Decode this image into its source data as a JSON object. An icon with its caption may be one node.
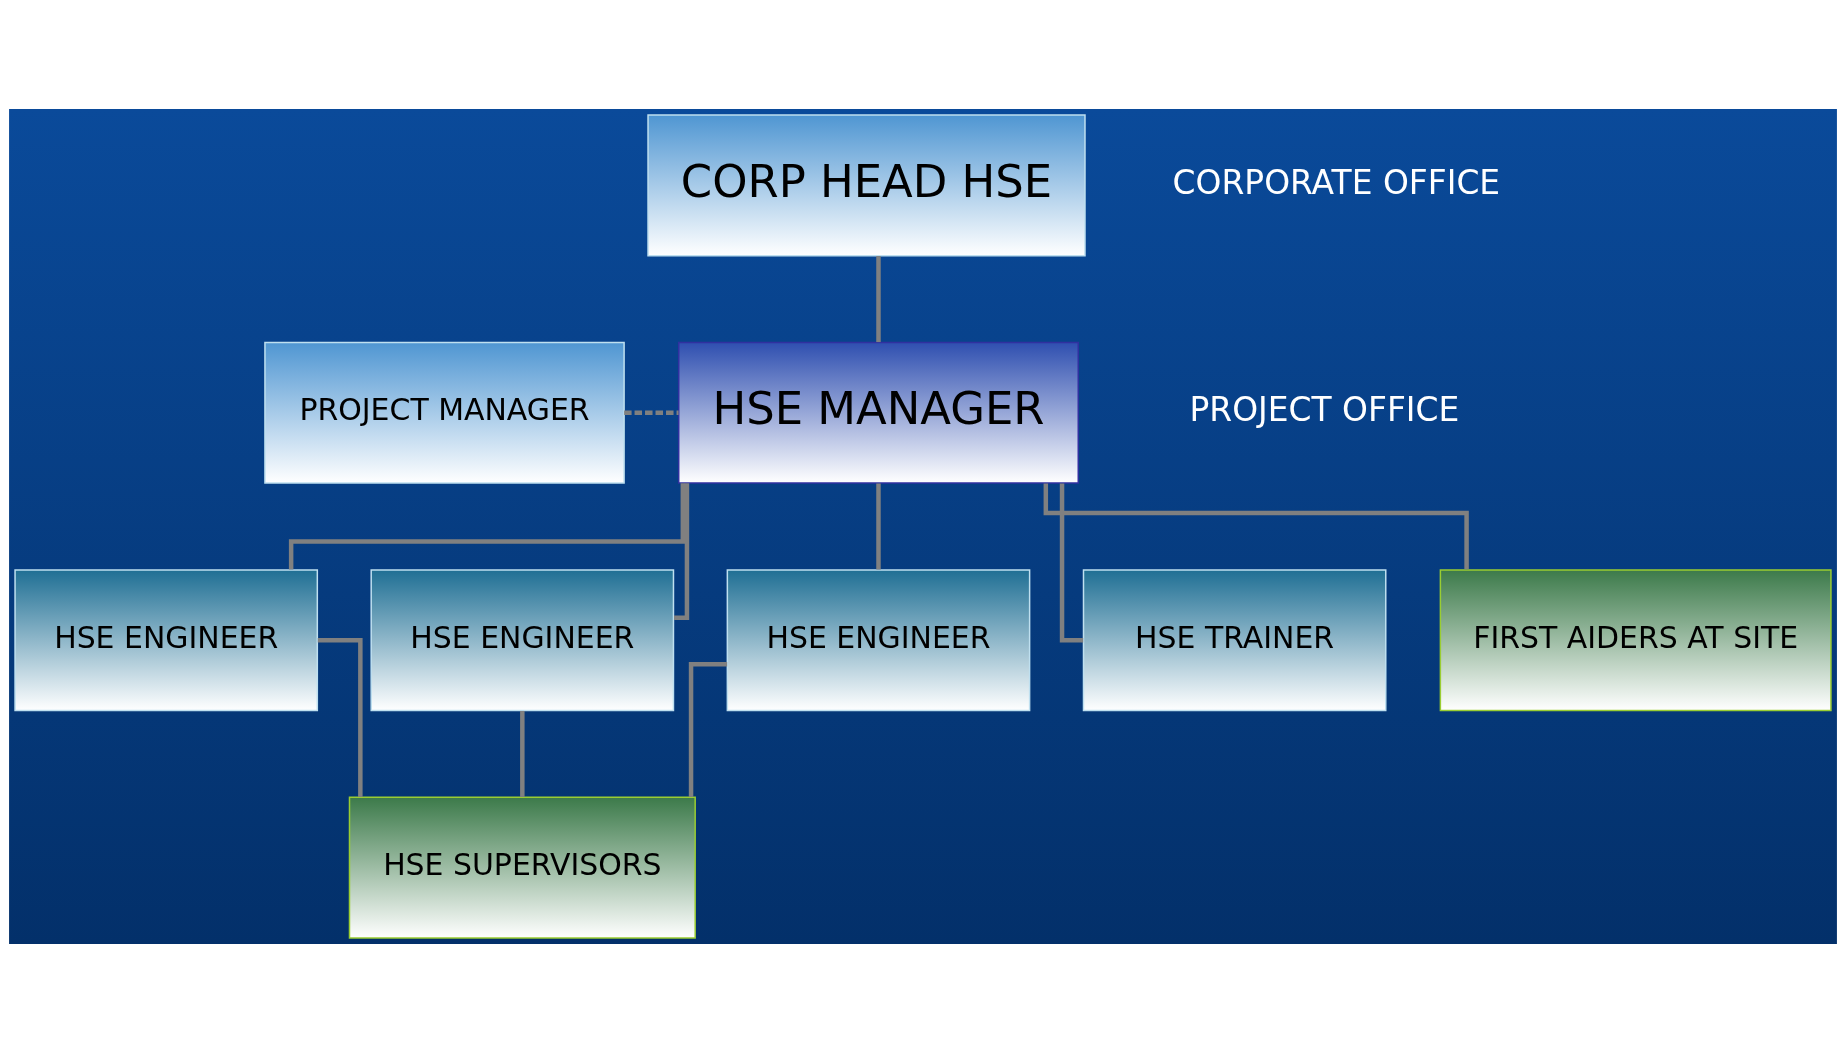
{
  "diagram": {
    "nodes": [
      {
        "text": [
          "CORP HEAD HSE"
        ]
      },
      {
        "text": [
          "PROJECT MANAGER"
        ]
      },
      {
        "text": [
          "HSE MANAGER"
        ]
      },
      {
        "text": [
          "HSE ENGINEER"
        ]
      },
      {
        "text": [
          "HSE ENGINEER"
        ]
      },
      {
        "text": [
          "HSE ENGINEER"
        ]
      },
      {
        "text": [
          "HSE TRAINER"
        ]
      },
      {
        "text": [
          "HSE SUPERVISORS"
        ]
      },
      {
        "text": [
          "FIRST AIDERS AT SITE"
        ]
      }
    ],
    "edges": [
      {
        "from": 0,
        "to": 2,
        "arrow": "none"
      },
      {
        "from": 1,
        "to": 2,
        "arrow": "none",
        "style": "dashed"
      },
      {
        "from": 2,
        "to": 3,
        "arrow": "none"
      },
      {
        "from": 2,
        "to": 4,
        "arrow": "none"
      },
      {
        "from": 2,
        "to": 5,
        "arrow": "none"
      },
      {
        "from": 2,
        "to": 6,
        "arrow": "none"
      },
      {
        "from": 2,
        "to": 8,
        "arrow": "none"
      },
      {
        "from": 3,
        "to": 7,
        "arrow": "none"
      },
      {
        "from": 4,
        "to": 7,
        "arrow": "none"
      },
      {
        "from": 5,
        "to": 7,
        "arrow": "none"
      }
    ],
    "labels": [
      "CORPORATE OFFICE",
      "PROJECT OFFICE"
    ]
  }
}
